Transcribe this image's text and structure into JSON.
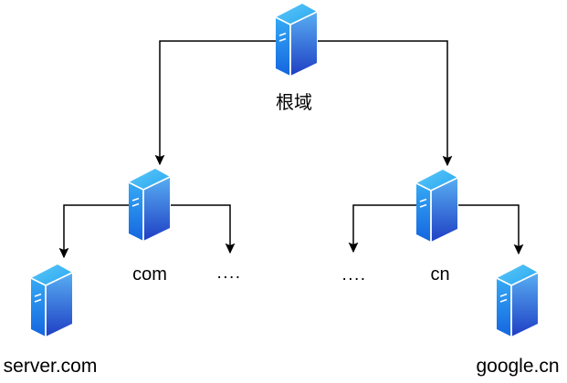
{
  "diagram": {
    "description": "DNS hierarchy tree diagram",
    "background_color": "#ffffff",
    "connector_color": "#000000",
    "nodes": {
      "root": {
        "label": "根域",
        "icon": "server-3d-icon"
      },
      "com": {
        "label": "com",
        "icon": "server-3d-icon"
      },
      "cn": {
        "label": "cn",
        "icon": "server-3d-icon"
      },
      "dots_left": {
        "label": "...."
      },
      "dots_right": {
        "label": "...."
      },
      "server_com": {
        "label": "server.com",
        "icon": "server-3d-icon"
      },
      "google_cn": {
        "label": "google.cn",
        "icon": "server-3d-icon"
      }
    },
    "edges": [
      {
        "from": "root",
        "to": "com"
      },
      {
        "from": "root",
        "to": "cn"
      },
      {
        "from": "com",
        "to": "server_com"
      },
      {
        "from": "com",
        "to": "dots_left"
      },
      {
        "from": "cn",
        "to": "dots_right"
      },
      {
        "from": "cn",
        "to": "google_cn"
      }
    ],
    "icon_colors": {
      "top_face_light": "#5ec8f8",
      "top_face_dark": "#26a6f0",
      "left_face_light": "#35aaf5",
      "left_face_dark": "#1565df",
      "right_face_light": "#58aef2",
      "right_face_dark": "#1f3fc4",
      "seam": "#ffffff"
    }
  }
}
